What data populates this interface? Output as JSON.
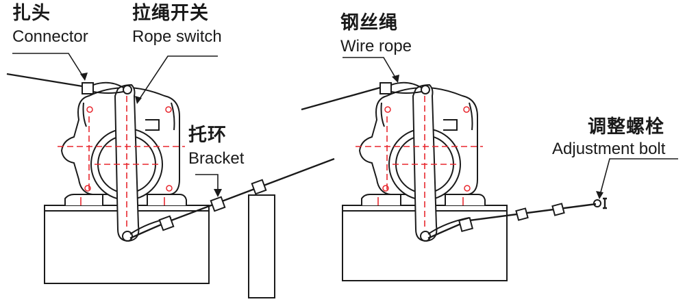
{
  "labels": {
    "connector": {
      "cn": "扎头",
      "en": "Connector"
    },
    "rope_switch": {
      "cn": "拉绳开关",
      "en": "Rope switch"
    },
    "bracket": {
      "cn": "托环",
      "en": "Bracket"
    },
    "wire_rope": {
      "cn": "钢丝绳",
      "en": "Wire rope"
    },
    "adjustment_bolt": {
      "cn": "调整螺栓",
      "en": "Adjustment bolt"
    }
  },
  "colors": {
    "line": "#1a1a1a",
    "centerline": "#e8262d",
    "screw": "#e8262d",
    "background": "#ffffff"
  }
}
